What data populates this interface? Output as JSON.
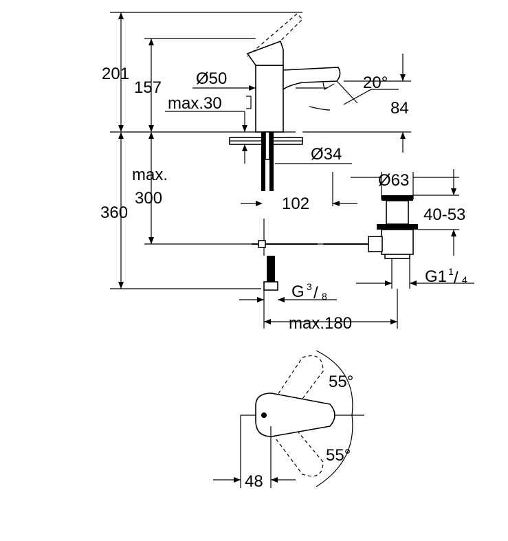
{
  "dimensions": {
    "height_total": "201",
    "height_spout": "157",
    "spout_diameter": "Ø50",
    "max_thickness": "max.30",
    "spout_angle": "20°",
    "spout_height": "84",
    "hole_diameter": "Ø34",
    "below_max": "max.",
    "below_300": "300",
    "below_360": "360",
    "reach": "102",
    "drain_diameter": "Ø63",
    "drain_range": "40-53",
    "drain_thread_prefix": "G1",
    "drain_thread_num": "1",
    "drain_thread_den": "4",
    "supply_thread_prefix": "G",
    "supply_thread_num": "3",
    "supply_thread_den": "8",
    "max_180": "max.180",
    "angle_top": "55°",
    "angle_bottom": "55°",
    "handle_offset": "48"
  }
}
